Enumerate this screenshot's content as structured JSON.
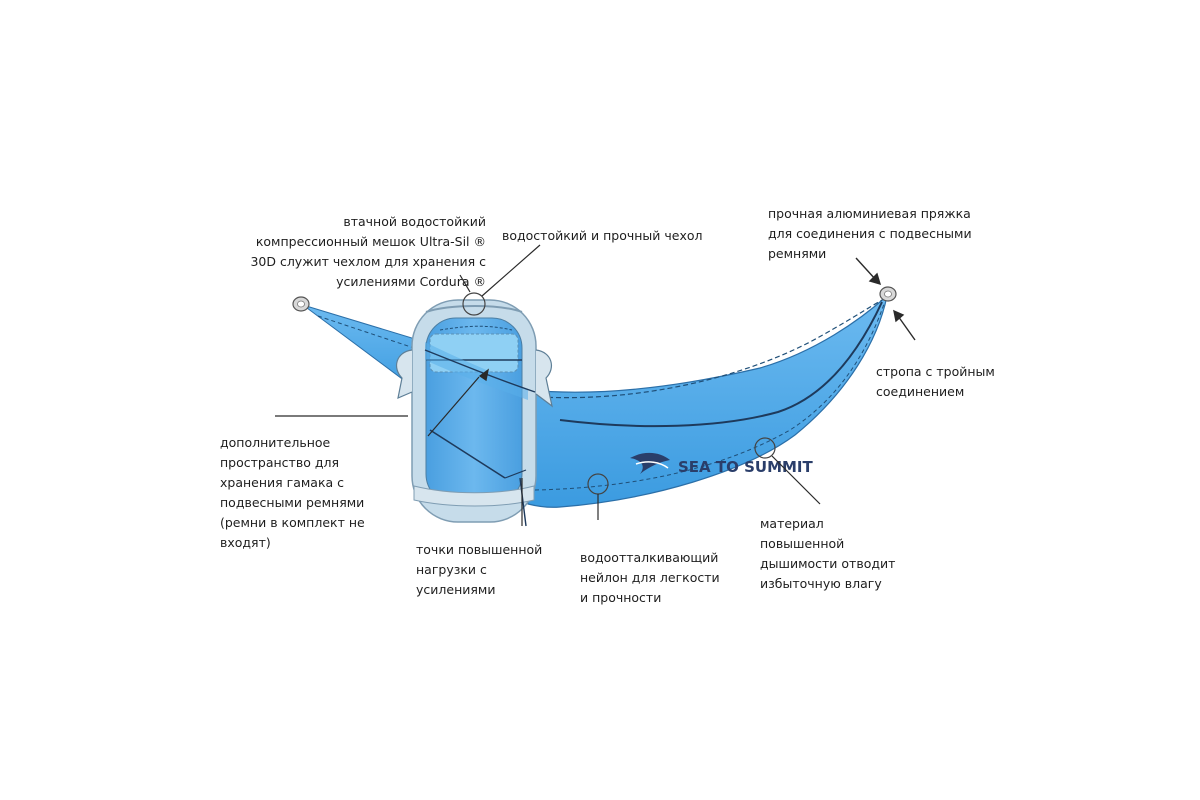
{
  "brand": {
    "logo_text": "SEA TO SUMMIT"
  },
  "colors": {
    "hammock": "#4aa6e6",
    "hammock_light": "#7cc3f2",
    "hammock_dark": "#2d85c8",
    "bag_border": "#a9c6d8",
    "leader_line": "#2a2a2a",
    "text": "#1e1e1e"
  },
  "annotations": {
    "compression_bag": "втачной водостойкий компрессионный мешок Ultra-Sil ® 30D служит чехлом для хранения с усилениями Cordura ®",
    "waterproof_cover": "водостойкий и прочный чехол",
    "aluminum_buckle": "прочная алюминиевая пряжка для соединения с подвесными ремнями",
    "triple_strap": "стропа с тройным соединением",
    "extra_space": "дополнительное пространство для хранения гамака с подвесными ремнями (ремни в комплект не входят)",
    "load_points": "точки повышенной нагрузки с усилениями",
    "nylon": "водоотталкивающий нейлон для легкости и прочности",
    "breathable_material": "материал повышенной дышимости отводит избыточную влагу"
  }
}
